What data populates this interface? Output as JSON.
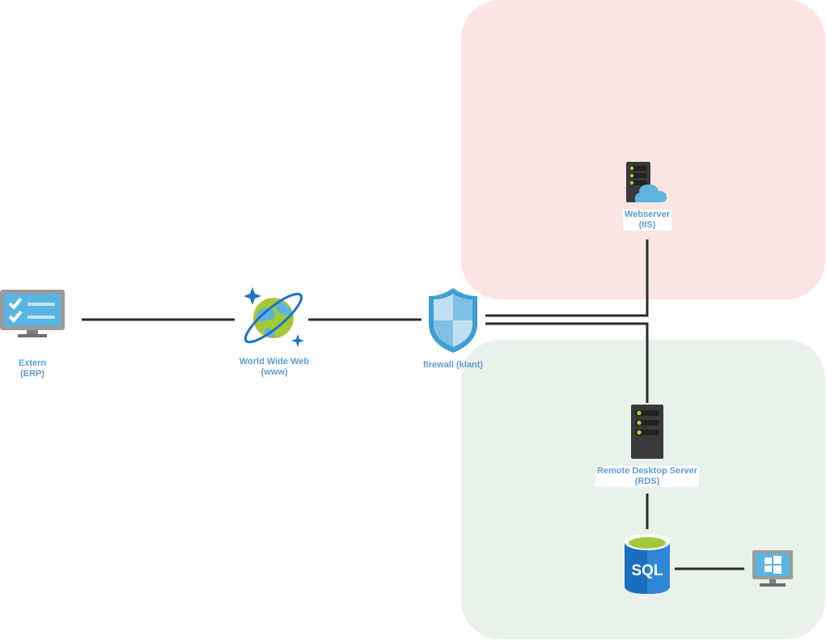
{
  "diagram": {
    "zones": [
      {
        "name": "dmz-zone",
        "color": "#fce5e4"
      },
      {
        "name": "internal-zone",
        "color": "#e9f2ea"
      }
    ],
    "nodes": {
      "erp": {
        "line1": "Extern",
        "line2": "(ERP)",
        "icon": "monitor-checklist-icon"
      },
      "www": {
        "line1": "World Wide Web",
        "line2": "(www)",
        "icon": "globe-orbit-icon"
      },
      "firewall": {
        "line1": "firewall (klant)",
        "icon": "shield-icon"
      },
      "webserver": {
        "line1": "Webserver",
        "line2": "(IIS)",
        "icon": "server-cloud-icon"
      },
      "rds": {
        "line1": "Remote Desktop Server",
        "line2": "(RDS)",
        "icon": "server-icon"
      },
      "sql": {
        "text": "SQL",
        "icon": "sql-database-icon"
      },
      "client": {
        "icon": "windows-monitor-icon"
      }
    },
    "connections": [
      {
        "from": "erp",
        "to": "www"
      },
      {
        "from": "www",
        "to": "firewall"
      },
      {
        "from": "firewall",
        "to": "webserver"
      },
      {
        "from": "firewall",
        "to": "rds"
      },
      {
        "from": "rds",
        "to": "sql"
      },
      {
        "from": "sql",
        "to": "client"
      }
    ]
  }
}
